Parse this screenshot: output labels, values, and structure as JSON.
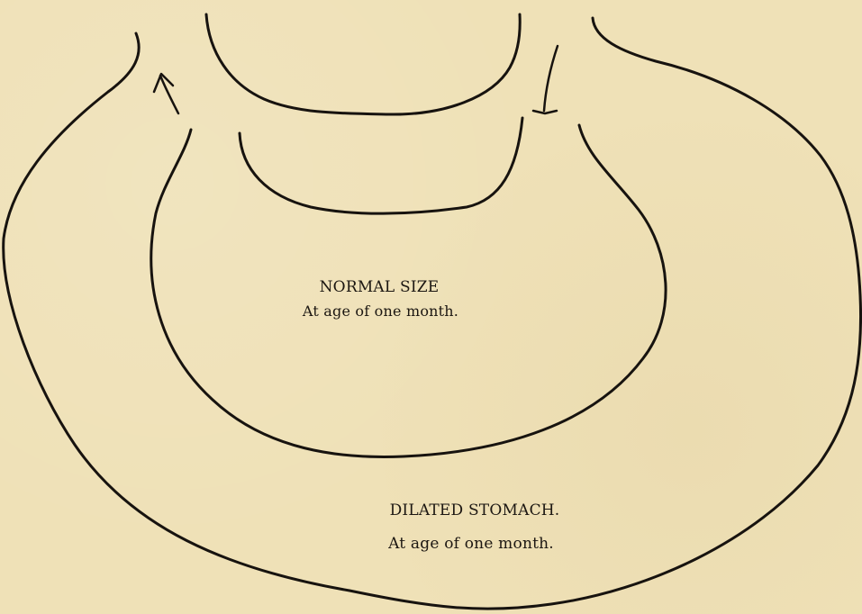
{
  "labels": {
    "normal_title": "NORMAL SIZE",
    "normal_subtitle": "At age of one month.",
    "dilated_title": "DILATED STOMACH.",
    "dilated_subtitle": "At age of one month."
  }
}
